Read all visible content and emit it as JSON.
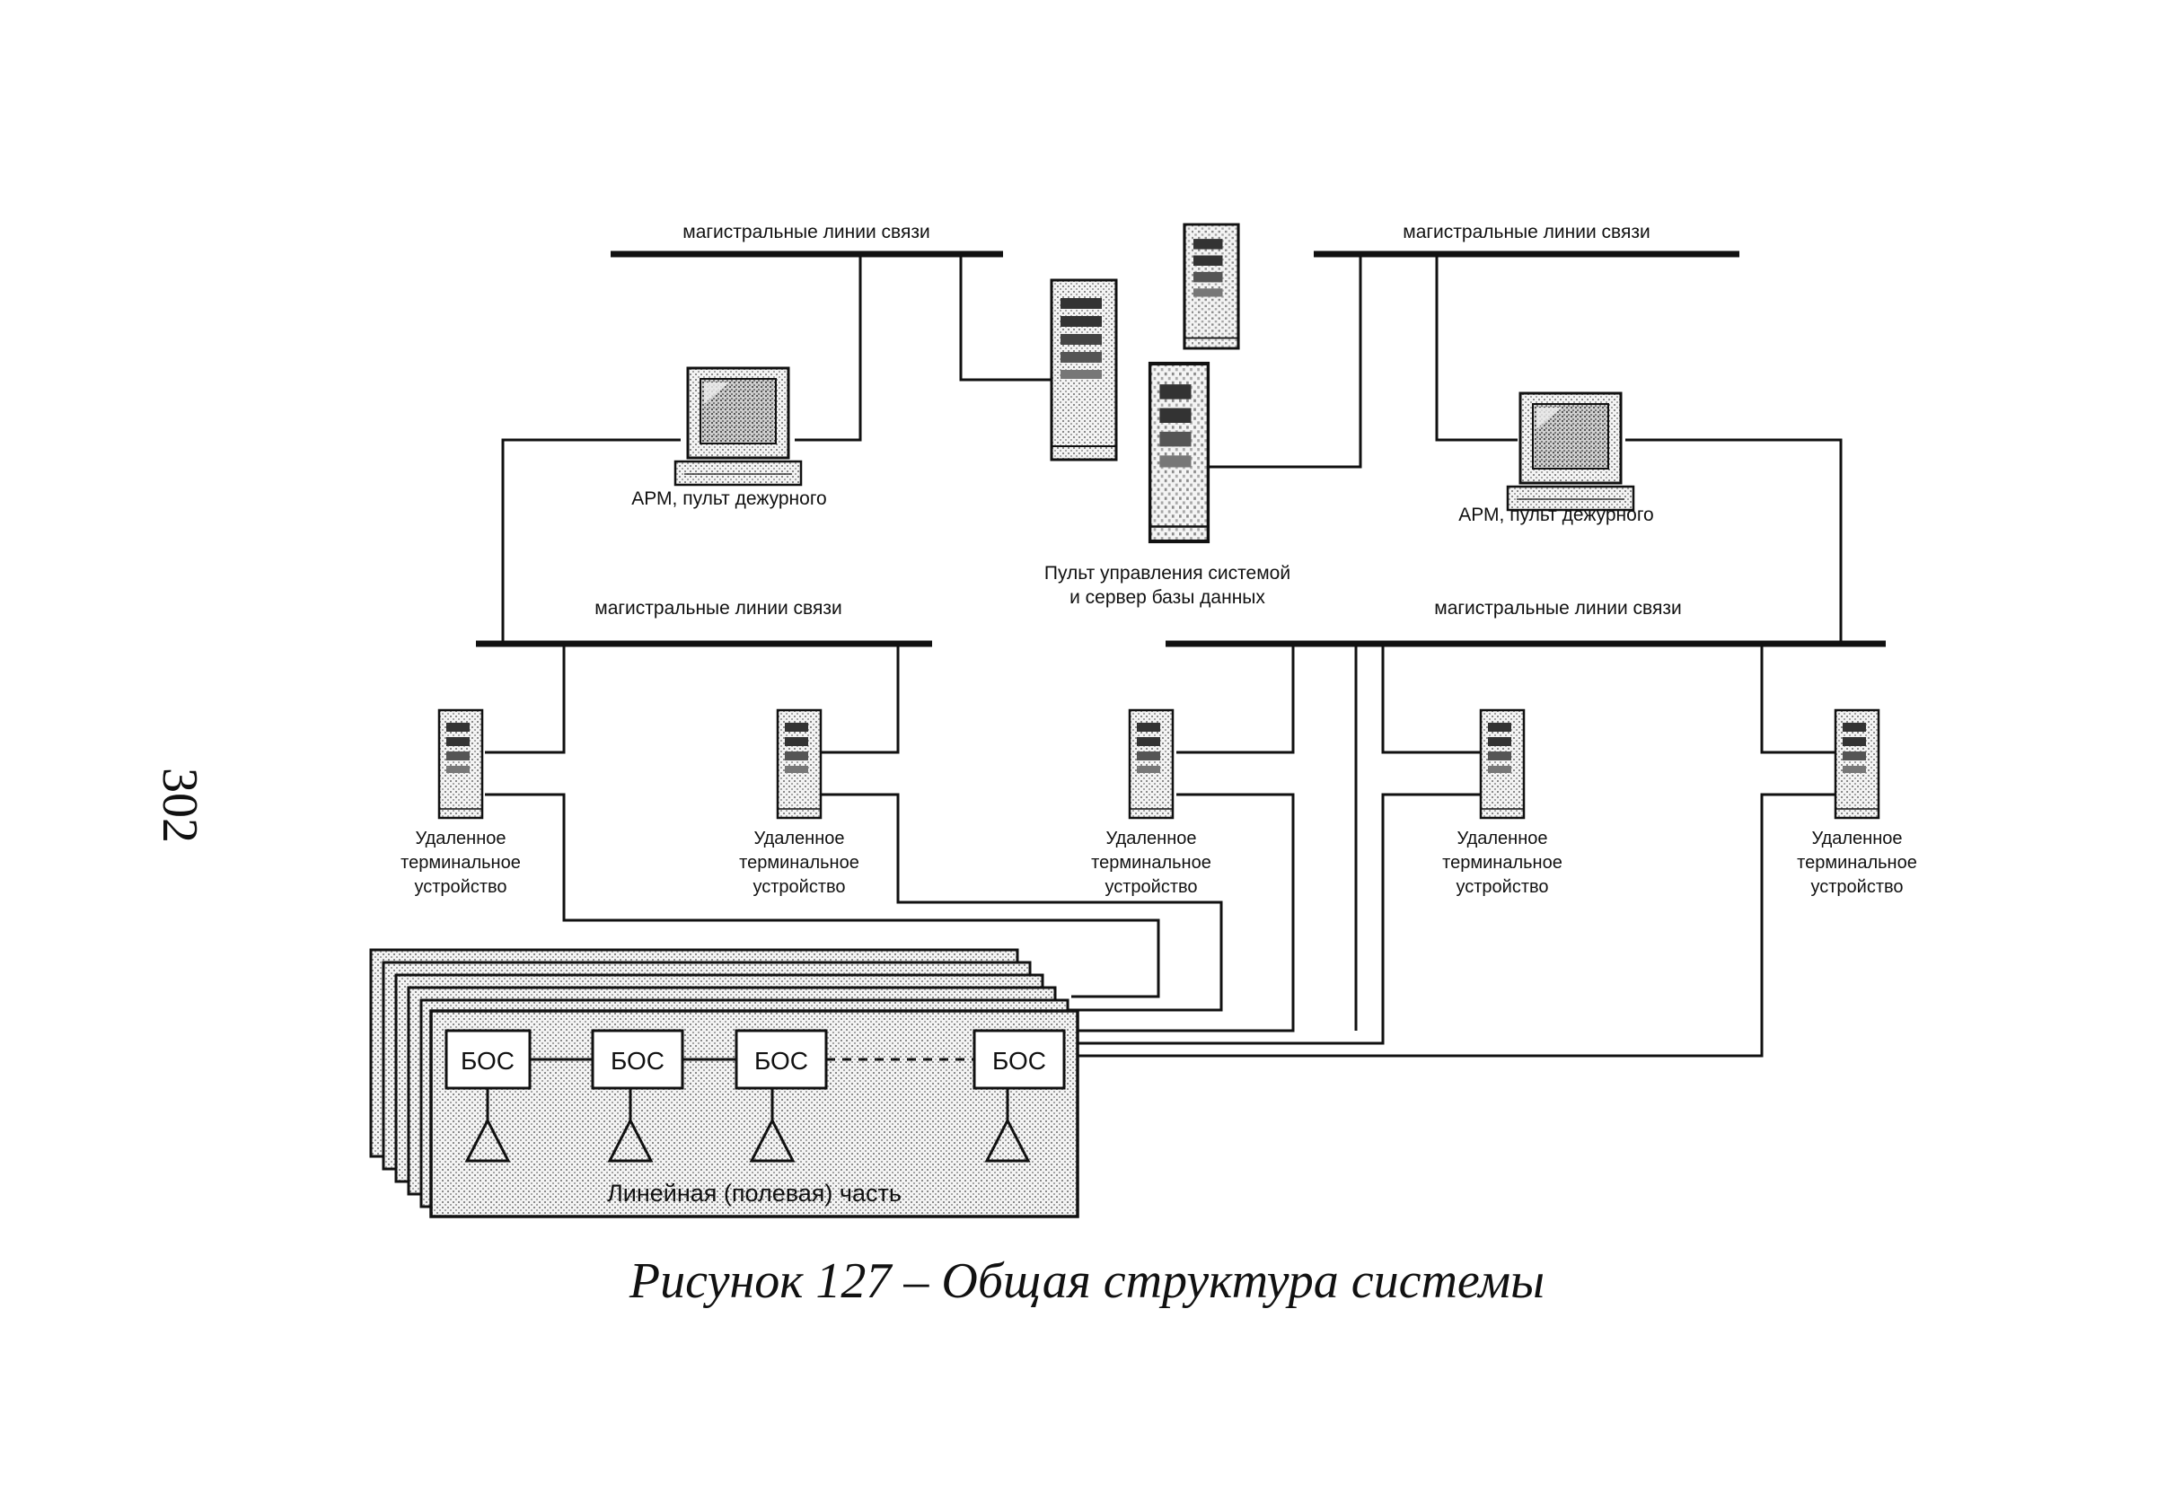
{
  "page_number": "302",
  "caption": "Рисунок 127 – Общая структура системы",
  "labels": {
    "trunk_top_left": "магистральные линии связи",
    "trunk_top_right": "магистральные линии связи",
    "trunk_mid_left": "магистральные линии связи",
    "trunk_mid_right": "магистральные линии связи",
    "arm_left": "АРМ, пульт дежурного",
    "arm_right": "АРМ, пульт дежурного",
    "server_line1": "Пульт управления системой",
    "server_line2": "и сервер базы данных"
  },
  "rtu_label": {
    "line1": "Удаленное",
    "line2": "терминальное",
    "line3": "устройство"
  },
  "field": {
    "title": "Линейная (полевая) часть",
    "bos_label": "БОС"
  }
}
